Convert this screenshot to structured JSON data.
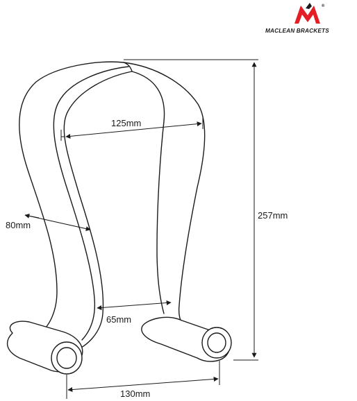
{
  "brand": {
    "name": "MACLEAN BRACKETS",
    "registered_mark": "®",
    "logo_icon": "maclean-m-logo",
    "logo_color": "#e31e24"
  },
  "dimensions": {
    "inner_width": "125mm",
    "thickness": "80mm",
    "height": "257mm",
    "neck_width": "65mm",
    "base_width": "130mm"
  },
  "colors": {
    "line": "#1a1a1a",
    "background": "#ffffff"
  }
}
